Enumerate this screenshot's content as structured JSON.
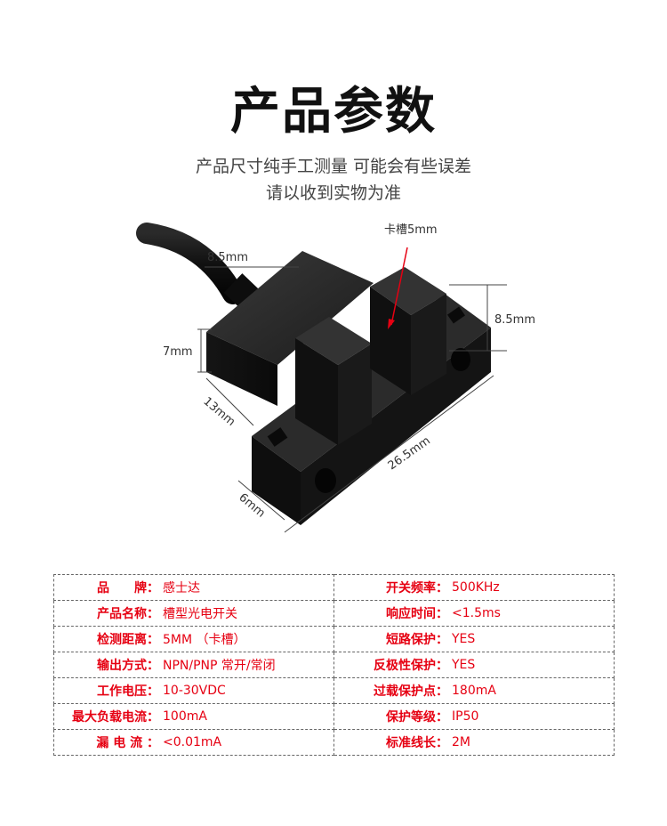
{
  "header": {
    "title": "产品参数",
    "subtitle_line1": "产品尺寸纯手工测量 可能会有些误差",
    "subtitle_line2": "请以收到实物为准"
  },
  "figure": {
    "labels": {
      "slot": "卡槽5mm",
      "top_width": "8.5mm",
      "right_height": "8.5mm",
      "left_height": "7mm",
      "depth": "13mm",
      "length": "26.5mm",
      "foot": "6mm"
    }
  },
  "params": {
    "rows": [
      {
        "lk": "品　　牌：",
        "lv": "感士达",
        "rk": "开关频率：",
        "rv": "500KHz"
      },
      {
        "lk": "产品名称：",
        "lv": "槽型光电开关",
        "rk": "响应时间：",
        "rv": "<1.5ms"
      },
      {
        "lk": "检测距离：",
        "lv": "5MM （卡槽）",
        "rk": "短路保护：",
        "rv": "YES"
      },
      {
        "lk": "输出方式：",
        "lv": "NPN/PNP 常开/常闭",
        "rk": "反极性保护：",
        "rv": "YES"
      },
      {
        "lk": "工作电压：",
        "lv": "10-30VDC",
        "rk": "过载保护点：",
        "rv": "180mA"
      },
      {
        "lk": "最大负载电流：",
        "lv": "100mA",
        "rk": "保护等级：",
        "rv": "IP50"
      },
      {
        "lk": "漏 电 流 ：",
        "lv": "<0.01mA",
        "rk": "标准线长：",
        "rv": "2M"
      }
    ]
  }
}
